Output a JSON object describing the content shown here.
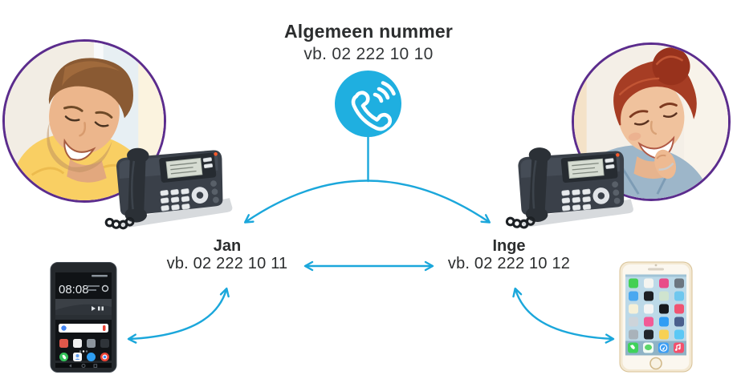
{
  "header": {
    "title": "Algemeen nummer",
    "subtitle": "vb. 02 222 10 10"
  },
  "people": {
    "left": {
      "name": "Jan",
      "number": "vb. 02 222 10 11"
    },
    "right": {
      "name": "Inge",
      "number": "vb. 02 222 10 12"
    }
  },
  "devices": {
    "left_mobile": {
      "clock": "08:08"
    }
  },
  "icons": {
    "center": "phone-ringing-icon"
  },
  "colors": {
    "accent_cyan": "#1ba7db",
    "badge_fill": "#1fafe0",
    "photo_ring": "#5b2c8d",
    "text_dark": "#2b2d2e"
  }
}
